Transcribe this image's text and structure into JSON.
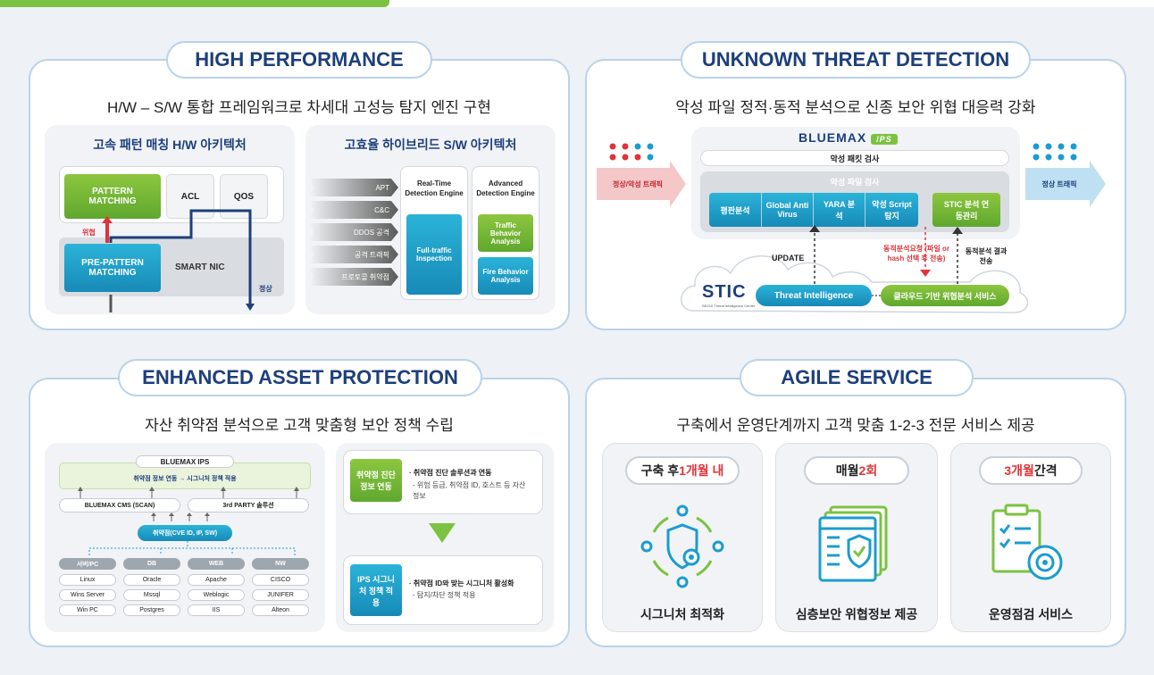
{
  "hp": {
    "title": "HIGH PERFORMANCE",
    "subtitle": "H/W – S/W 통합 프레임워크로 차세대 고성능 탐지 엔진 구현",
    "hw": {
      "title": "고속 패턴 매칭 H/W 아키텍처",
      "pattern_matching": "PATTERN MATCHING",
      "acl": "ACL",
      "qos": "QOS",
      "threat_label": "위협",
      "pre_pattern": "PRE-PATTERN MATCHING",
      "smart_nic": "SMART NIC",
      "normal_label": "정상"
    },
    "sw": {
      "title": "고효율 하이브리드 S/W 아키텍처",
      "inputs": [
        "APT",
        "C&C",
        "DDOS 공격",
        "공격 트래픽",
        "프로토콜 취약점"
      ],
      "rt_engine": "Real-Time Detection Engine",
      "full_traffic": "Full-traffic Inspection",
      "adv_engine": "Advanced Detection Engine",
      "traffic_behavior": "Traffic Behavior Analysis",
      "fire_behavior": "Fire Behavior Analysis"
    }
  },
  "utd": {
    "title": "UNKNOWN THREAT DETECTION",
    "subtitle": "악성 파일 정적·동적 분석으로 신종 보안 위협 대응력 강화",
    "brand": "BLUEMAX",
    "brand_badge": "IPS",
    "left_arrow": "정상/악성 트래픽",
    "right_arrow": "정상 트래픽",
    "packet_check": "악성 패킷 검사",
    "file_check": "악성 파일 검사",
    "engines": [
      "평판분석",
      "Global Anti Virus",
      "YARA 분석",
      "악성 Script 탐지"
    ],
    "stic_link": "STIC 분석 연동관리",
    "update": "UPDATE",
    "dynamic_request": "동적분석요청 (파일 or hash 선택 후 전송)",
    "dynamic_result": "동적분석 결과 전송",
    "stic_logo": "STIC",
    "stic_logo_sub": "SECUI Threat Intelligence Center",
    "threat_intel": "Threat Intelligence",
    "cloud_service": "클라우드 기반 위협분석 서비스",
    "colors": {
      "green": "#7cc242",
      "blue": "#1b9cd0",
      "red": "#e0333a"
    }
  },
  "eap": {
    "title": "ENHANCED ASSET PROTECTION",
    "subtitle": "자산 취약점 분석으로 고객 맞춤형 보안 정책 수립",
    "ips_label": "BLUEMAX IPS",
    "ips_sub": "취약점 정보 연동 → 시그니처 정책 적용",
    "cms": "BLUEMAX CMS (SCAN)",
    "third_party": "3rd PARTY 솔루션",
    "vuln": "취약점(CVE ID, IP, SW)",
    "columns": [
      {
        "head": "서버/PC",
        "items": [
          "Linux",
          "Wins Server",
          "Win PC"
        ]
      },
      {
        "head": "DB",
        "items": [
          "Oracle",
          "Mssql",
          "Postgres"
        ]
      },
      {
        "head": "WEB",
        "items": [
          "Apache",
          "Weblogic",
          "IIS"
        ]
      },
      {
        "head": "NW",
        "items": [
          "CISCO",
          "JUNIFER",
          "Alteon"
        ]
      }
    ],
    "box1_badge": "취약점 진단 정보 연동",
    "box1_title": "· 취약점 진단 솔루션과 연동",
    "box1_desc": "- 위험 등급, 취약점 ID, 호스트 등 자산 정보",
    "box2_badge": "IPS 시그니처 정책 적용",
    "box2_title": "· 취약점 ID와 맞는 시그니처 활성화",
    "box2_desc": "- 탐지/차단 정책 적용"
  },
  "agile": {
    "title": "AGILE SERVICE",
    "subtitle": "구축에서 운영단계까지 고객 맞춤 1-2-3 전문 서비스 제공",
    "cards": [
      {
        "tag_pre": "구축 후 ",
        "tag_hl": "1개월 내",
        "tag_post": "",
        "label": "시그니처 최적화",
        "icon": "shield-cycle-icon"
      },
      {
        "tag_pre": "매월 ",
        "tag_hl": "2회",
        "tag_post": "",
        "label": "심층보안 위협정보 제공",
        "icon": "document-shield-icon"
      },
      {
        "tag_pre": "",
        "tag_hl": "3개월",
        "tag_post": " 간격",
        "label": "운영점검 서비스",
        "icon": "checklist-gear-icon"
      }
    ]
  }
}
